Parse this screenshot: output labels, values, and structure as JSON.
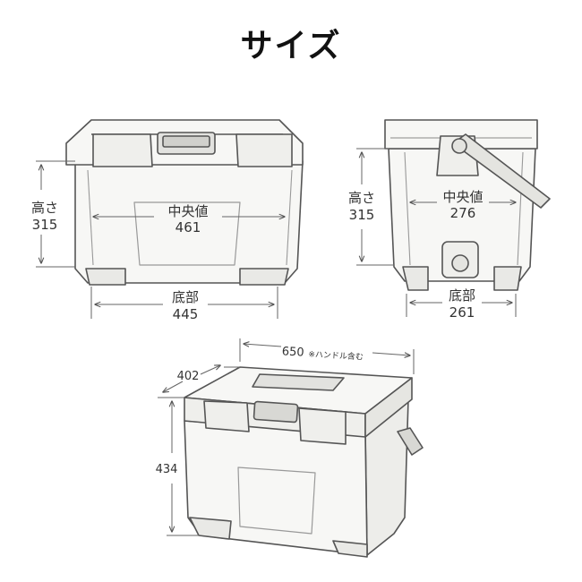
{
  "title": "サイズ",
  "front_view": {
    "height_label": "高さ",
    "height_value": "315",
    "center_label": "中央値",
    "center_value": "461",
    "bottom_label": "底部",
    "bottom_value": "445"
  },
  "side_view": {
    "height_label": "高さ",
    "height_value": "315",
    "center_label": "中央値",
    "center_value": "276",
    "bottom_label": "底部",
    "bottom_value": "261"
  },
  "iso_view": {
    "width_value": "650",
    "width_note": "※ハンドル含む",
    "depth_value": "402",
    "height_value": "434"
  }
}
